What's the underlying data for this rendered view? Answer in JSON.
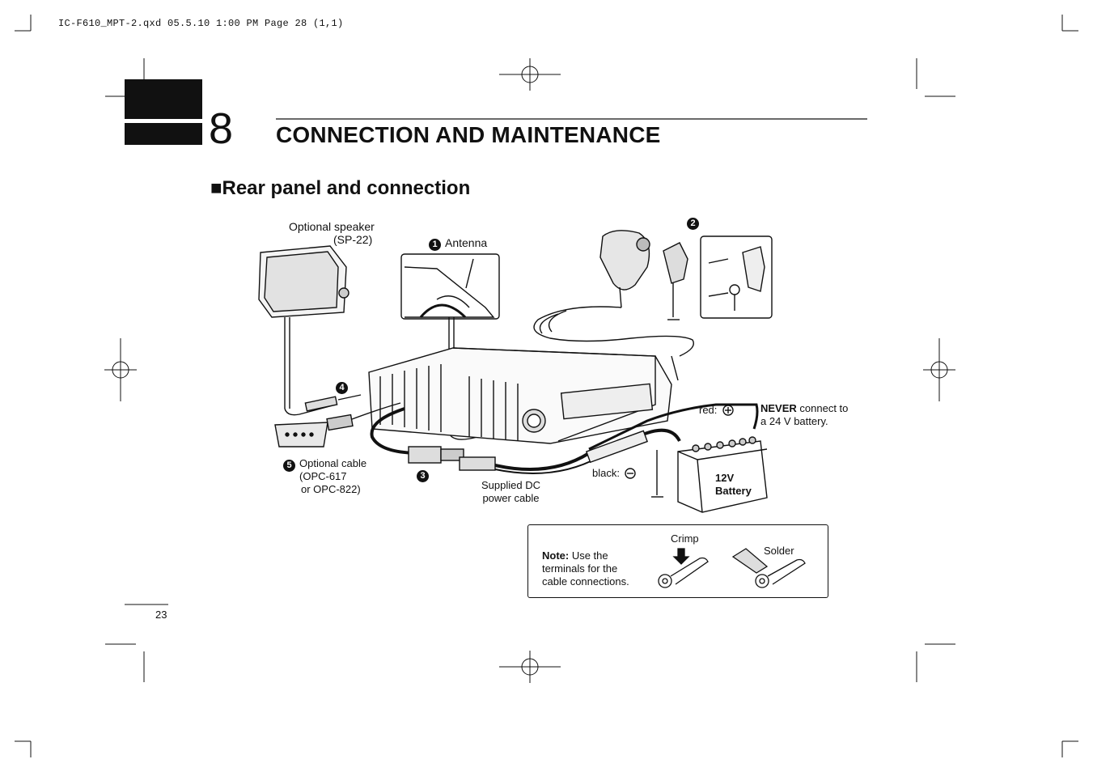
{
  "slug": "IC-F610_MPT-2.qxd  05.5.10 1:00 PM  Page 28 (1,1)",
  "chapter": {
    "number": "8",
    "title": "CONNECTION AND MAINTENANCE"
  },
  "section": {
    "marker": "■",
    "title": "Rear panel and connection"
  },
  "labels": {
    "speaker_line1": "Optional speaker",
    "speaker_line2": "(SP-22)",
    "antenna": "Antenna",
    "cable_line1": "Optional cable",
    "cable_line2": "(OPC-617",
    "cable_line3": "or OPC-822)",
    "dc_line1": "Supplied DC",
    "dc_line2": "power cable",
    "red": "red:",
    "black": "black:",
    "never_bold": "NEVER",
    "never_rest": " connect to",
    "never_line2": "a 24 V battery.",
    "battery_line1": "12V",
    "battery_line2": "Battery"
  },
  "callouts": {
    "c1": "1",
    "c2": "2",
    "c3": "3",
    "c4": "4",
    "c5": "5"
  },
  "note": {
    "bold": "Note:",
    "line1_rest": " Use the",
    "line2": "terminals for the",
    "line3": "cable connections.",
    "crimp": "Crimp",
    "solder": "Solder"
  },
  "page_number": "23"
}
